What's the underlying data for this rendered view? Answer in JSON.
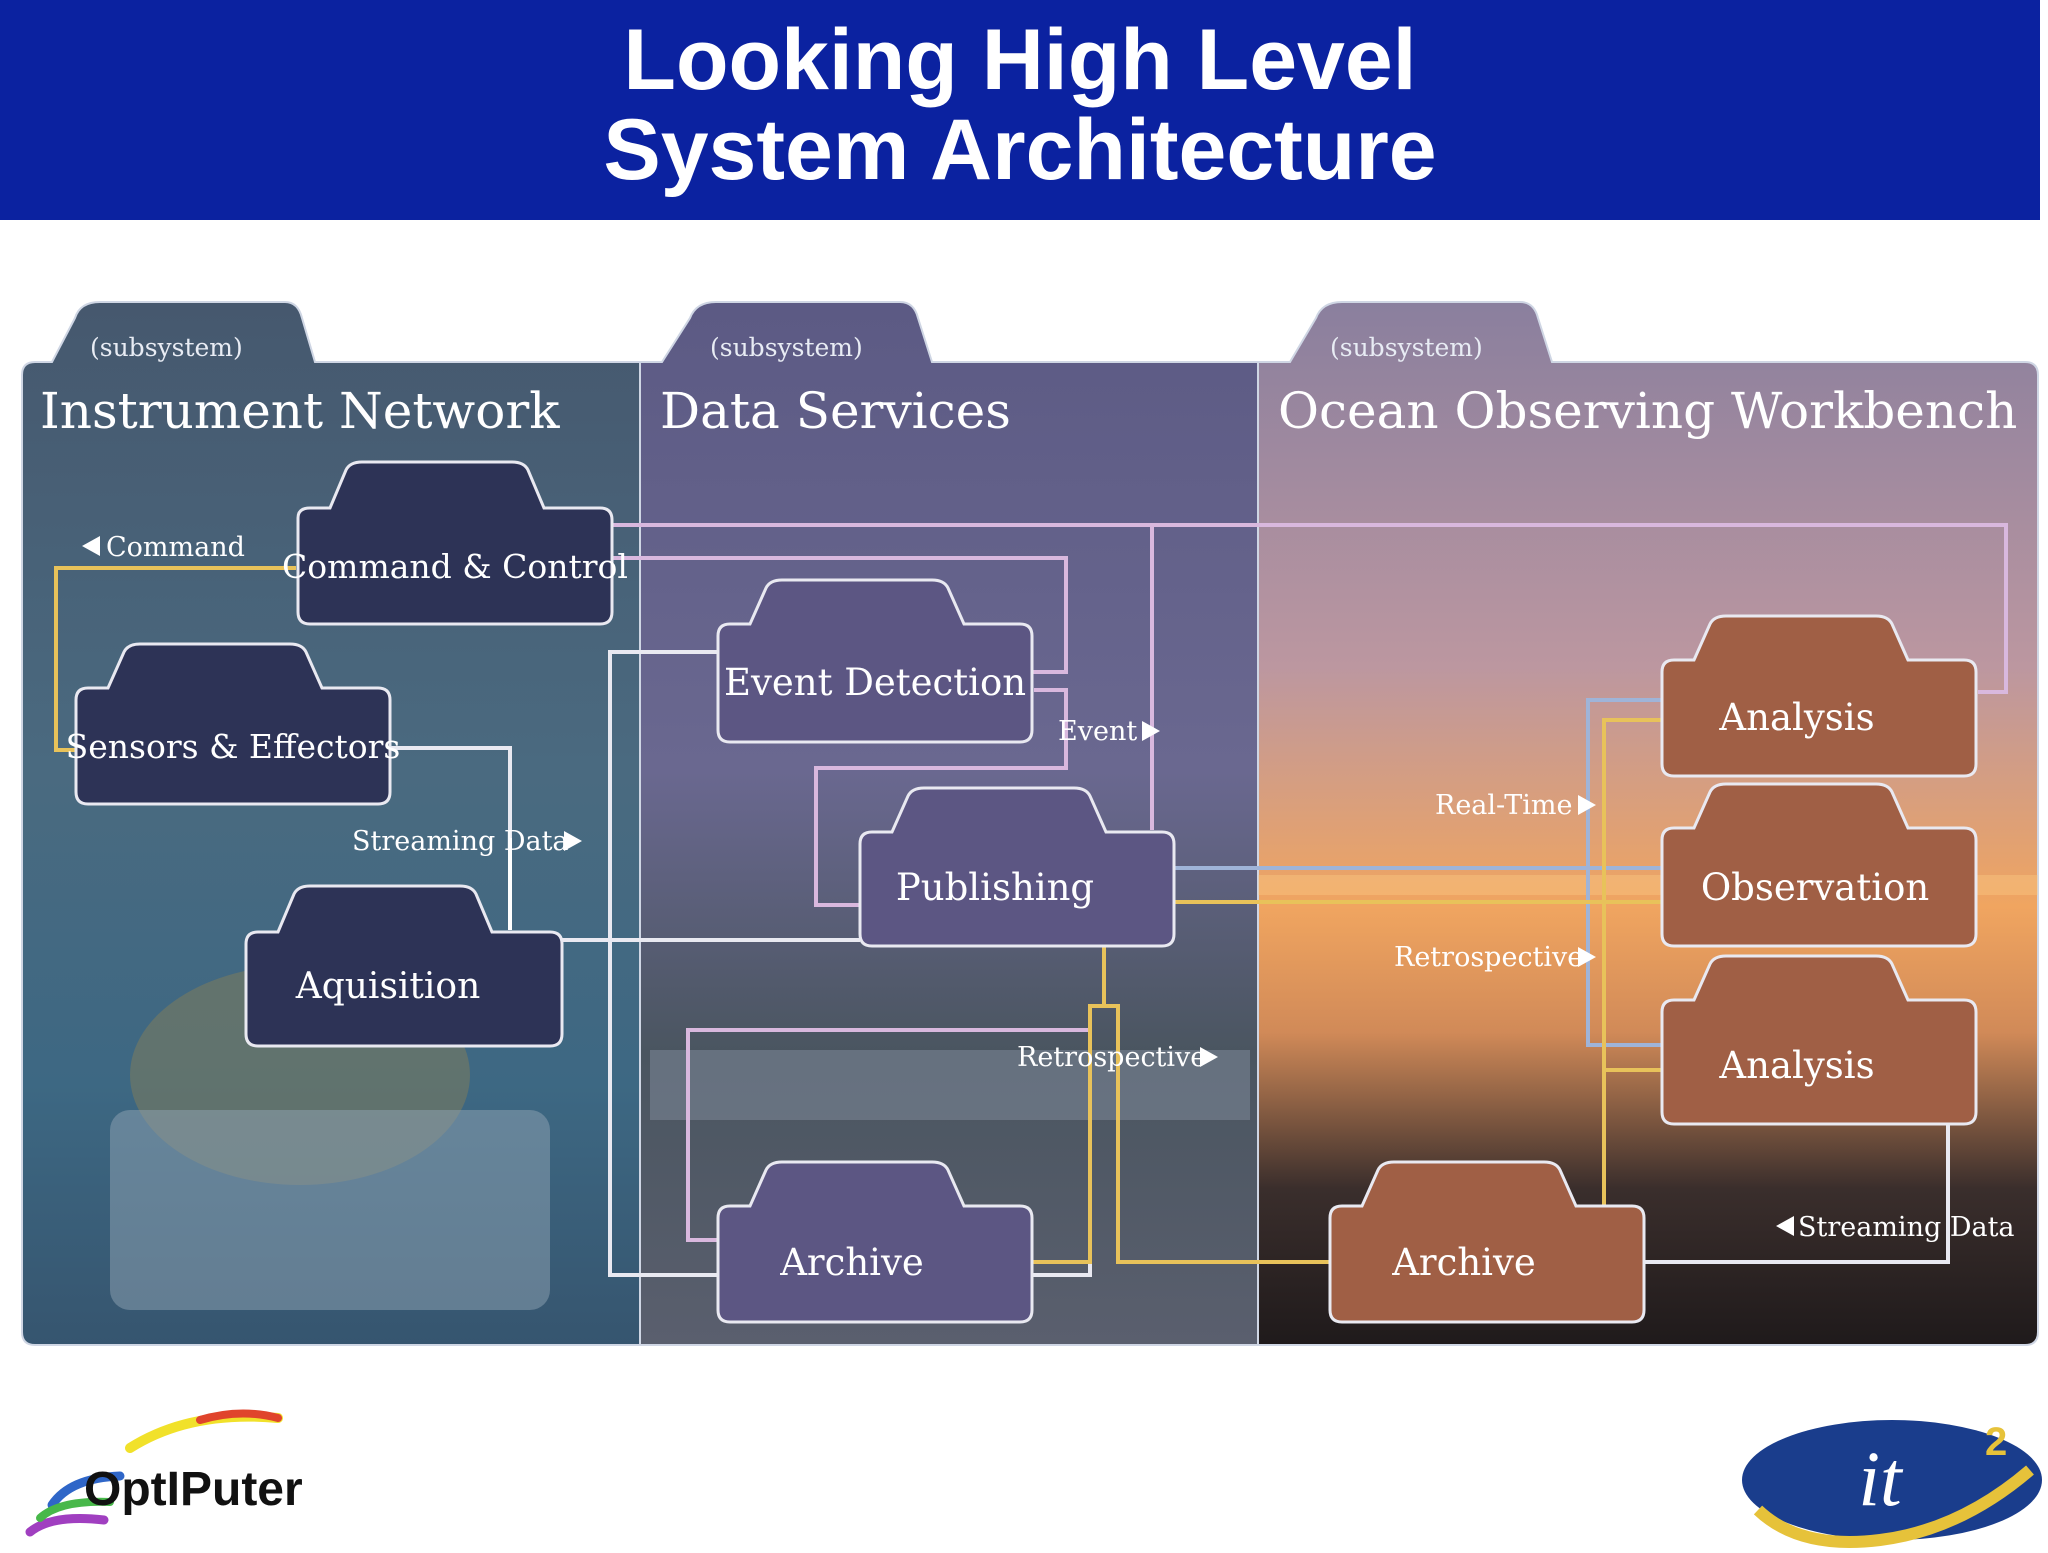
{
  "title": {
    "line1": "Looking High Level",
    "line2": "System Architecture"
  },
  "colors": {
    "title_bg": "#0b22a0",
    "navy_box": "#2d3356",
    "purple_box": "#5c5683",
    "brown_box": "#a05f45",
    "line_pink": "#d9b8de",
    "line_white": "#e9e9f1",
    "line_yellow": "#e8c25a",
    "line_blue": "#9fb4d8"
  },
  "subsystems": [
    {
      "tag": "(subsystem)",
      "name": "Instrument Network"
    },
    {
      "tag": "(subsystem)",
      "name": "Data Services"
    },
    {
      "tag": "(subsystem)",
      "name": "Ocean Observing Workbench"
    }
  ],
  "components": {
    "command_control": "Command & Control",
    "sensors_effectors": "Sensors & Effectors",
    "acquisition": "Aquisition",
    "event_detection": "Event Detection",
    "publishing": "Publishing",
    "archive_ds": "Archive",
    "analysis_top": "Analysis",
    "observation": "Observation",
    "analysis_bottom": "Analysis",
    "archive_oow": "Archive"
  },
  "connector_labels": {
    "command": "Command",
    "streaming_data_in": "Streaming Data",
    "event": "Event",
    "real_time": "Real-Time",
    "retrospective_oow": "Retrospective",
    "retrospective_ds": "Retrospective",
    "streaming_data_oow": "Streaming Data"
  },
  "logos": {
    "left": "OptIPuter",
    "right": "it",
    "right_sup": "2"
  }
}
